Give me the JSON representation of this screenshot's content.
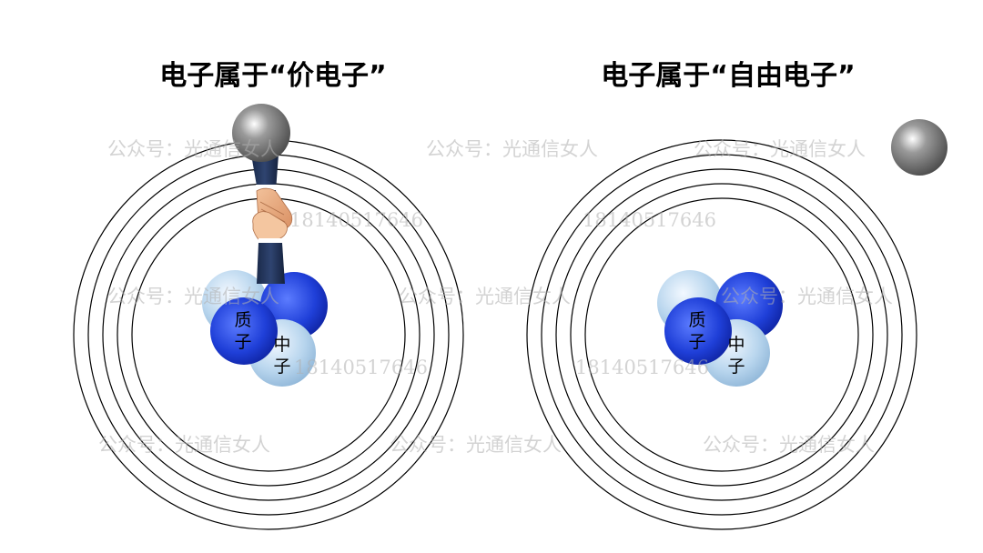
{
  "titles": {
    "left": "电子属于“价电子”",
    "right": "电子属于“自由电子”"
  },
  "labels": {
    "proton_line1": "质",
    "proton_line2": "子",
    "neutron_line1": "中",
    "neutron_line2": "子"
  },
  "watermark": {
    "account": "公众号：光通信女人",
    "phone": "18140517646"
  },
  "colors": {
    "proton": "#1f3fd8",
    "neutron": "#b9d6ee",
    "electron": "#6b6b6b",
    "orbit": "#000000"
  }
}
